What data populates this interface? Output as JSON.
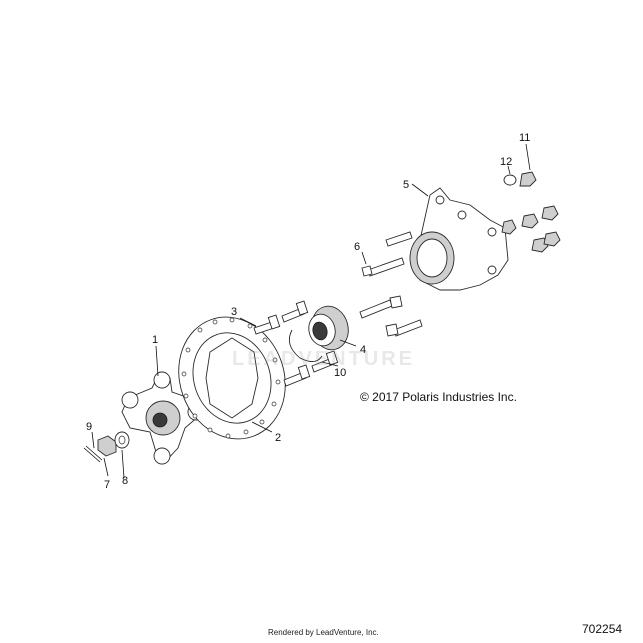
{
  "diagram": {
    "copyright": "© 2017 Polaris Industries Inc.",
    "diagram_number": "702254",
    "rendered_by": "Rendered by LeadVenture, Inc.",
    "watermark": "LEADVENTURE",
    "callouts": {
      "c1": "1",
      "c2": "2",
      "c3": "3",
      "c4": "4",
      "c5": "5",
      "c6": "6",
      "c7": "7",
      "c8": "8",
      "c9": "9",
      "c10": "10",
      "c11": "11",
      "c12": "12"
    }
  },
  "colors": {
    "line": "#2a2a2a",
    "fill": "#cfcfcf",
    "background": "#ffffff"
  }
}
